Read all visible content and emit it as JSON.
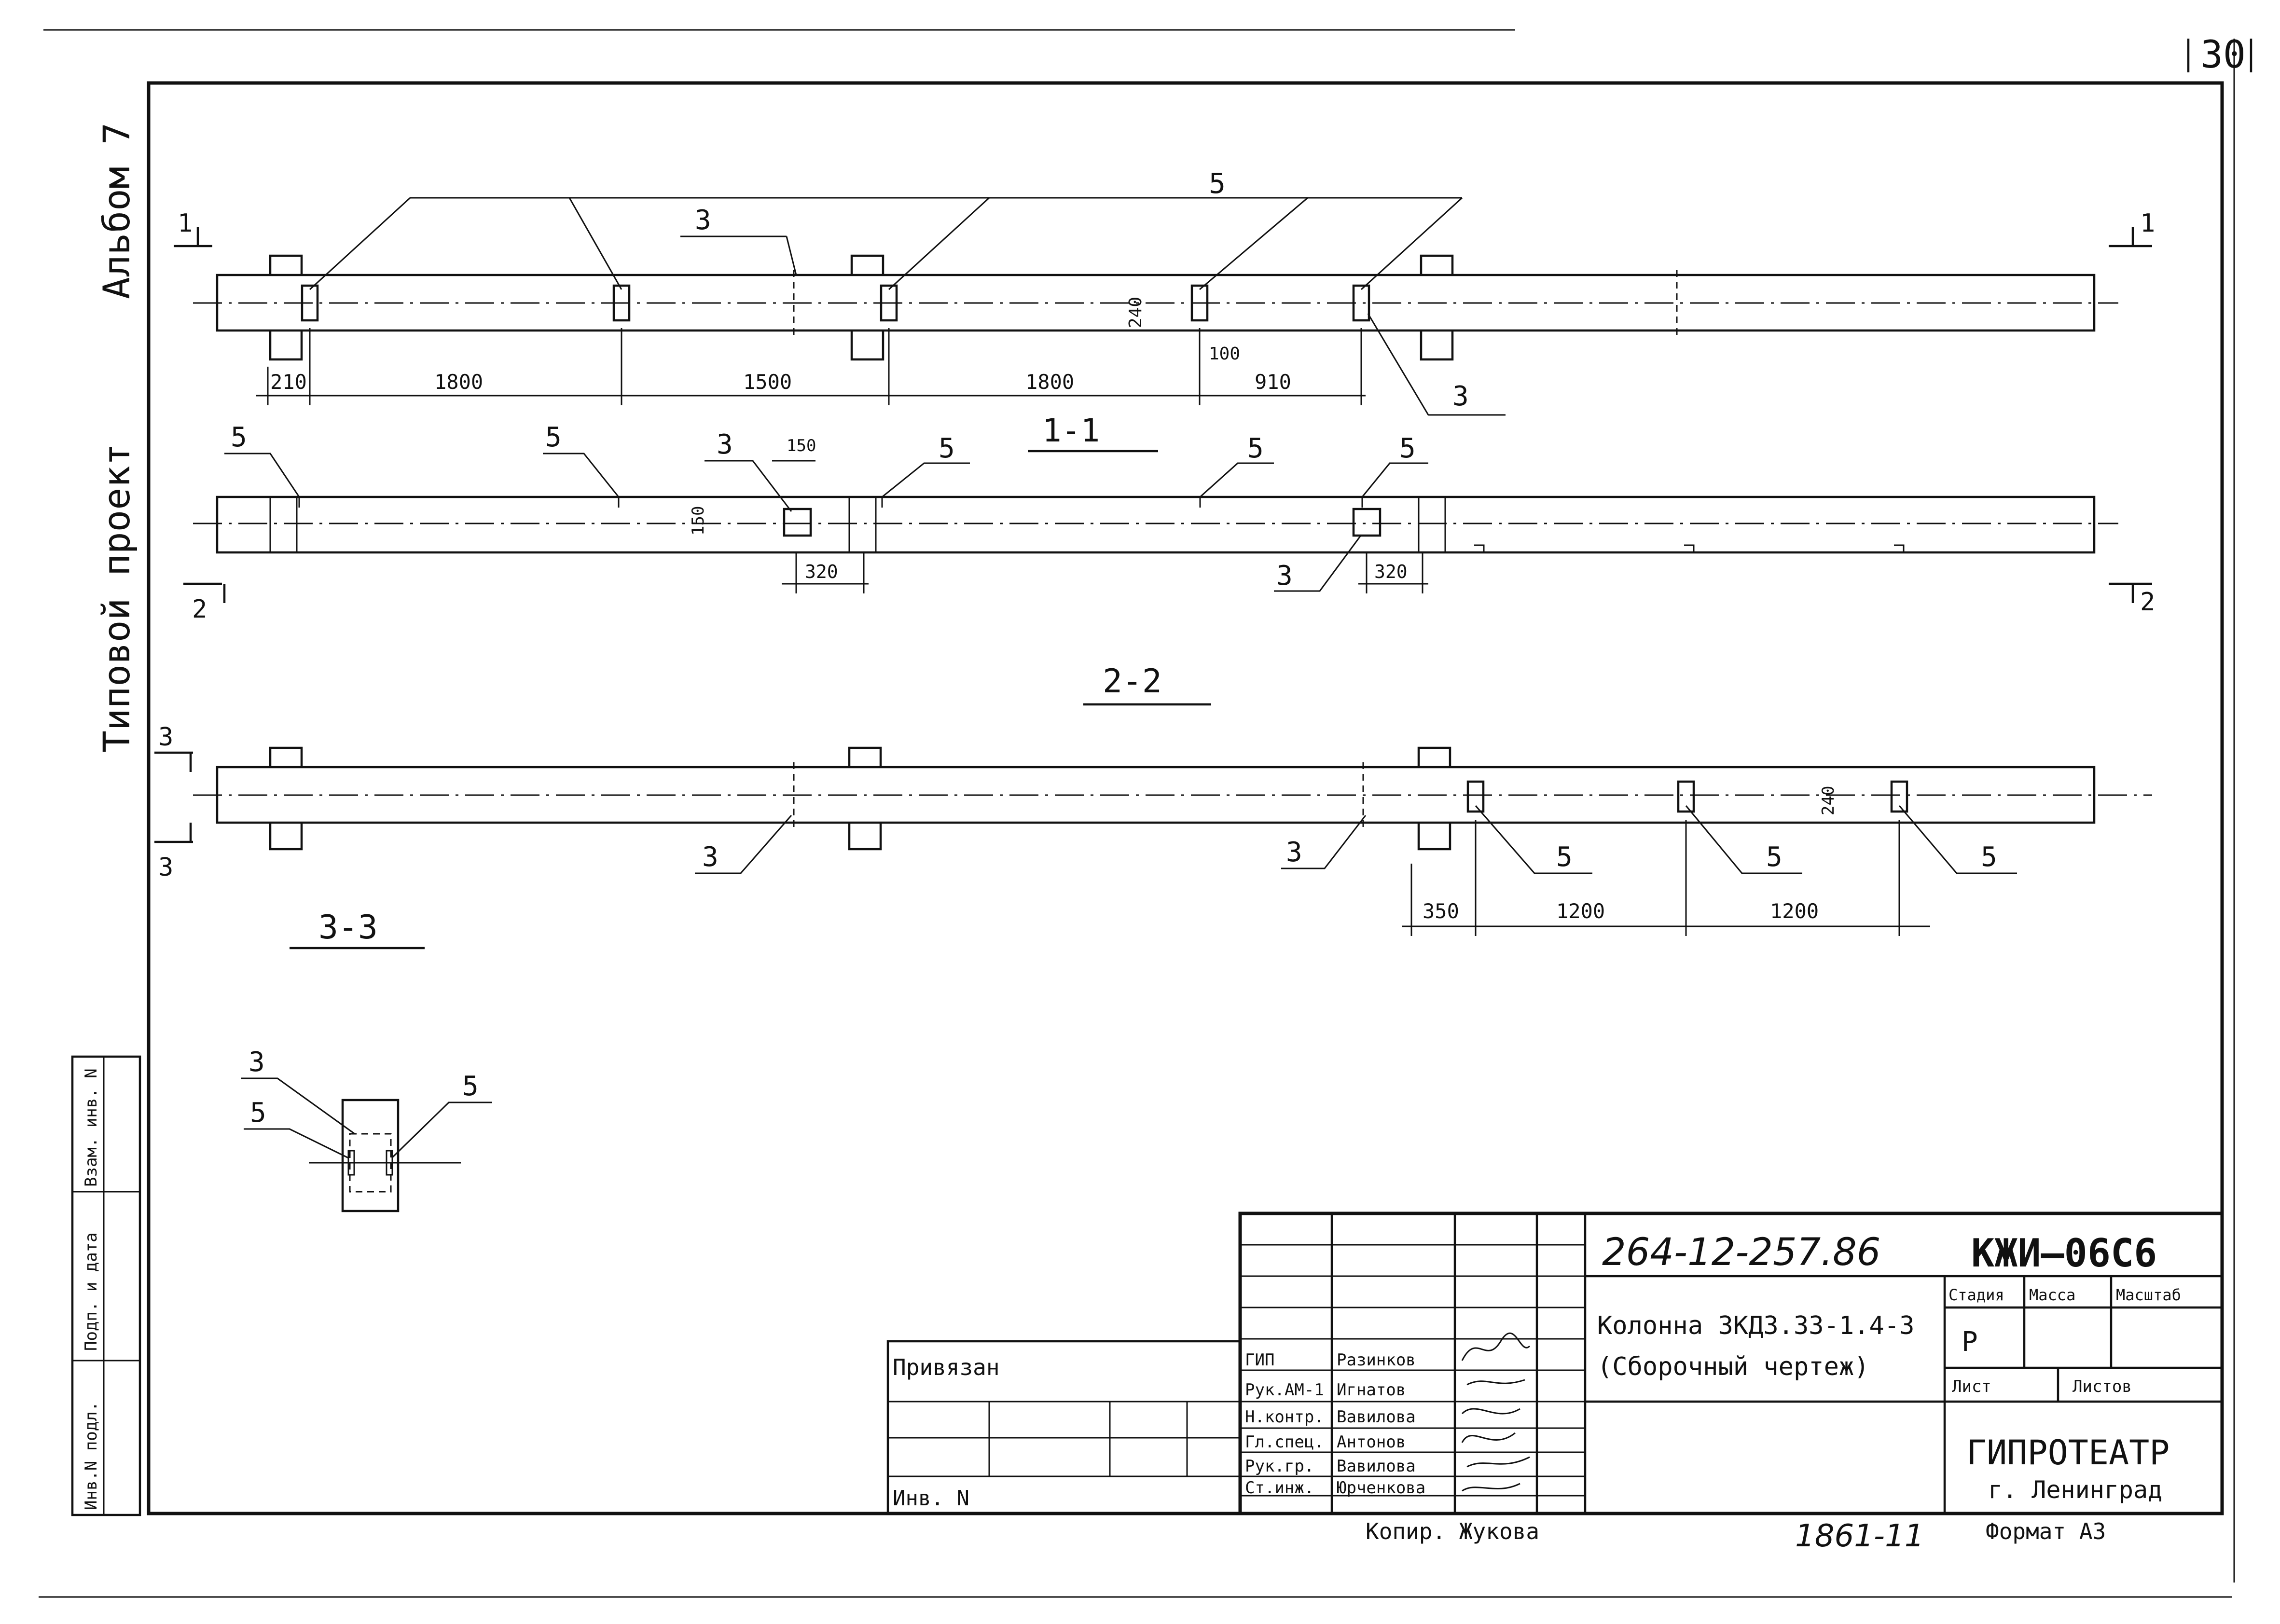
{
  "sheet": {
    "page_number": "30",
    "side_album": "Альбом 7",
    "side_project": "Типовой проект",
    "left_strip": [
      "Инв.N подл.",
      "Подп. и дата",
      "Взам. инв. N"
    ]
  },
  "views": {
    "section_1_1": "1-1",
    "section_2_2": "2-2",
    "section_3_3": "3-3",
    "cut_marks": {
      "c1": "1",
      "c2": "2",
      "c3": "3"
    }
  },
  "callouts": {
    "three": "3",
    "five": "5"
  },
  "dims": {
    "top": [
      "210",
      "1800",
      "1500",
      "1800",
      "910"
    ],
    "top_240": "240",
    "top_100": "100",
    "mid_150h": "150",
    "mid_150v": "150",
    "mid_320a": "320",
    "mid_320b": "320",
    "bot": [
      "350",
      "1200",
      "1200"
    ],
    "bot_240": "240"
  },
  "stamp": {
    "code": "264-12-257.86",
    "sheet_mark": "КЖИ—06С6",
    "title_line1": "Колонна 3КД3.33-1.4-3",
    "title_line2": "(Сборочный чертеж)",
    "hdr_stage": "Стадия",
    "hdr_mass": "Масса",
    "hdr_scale": "Масштаб",
    "stage_value": "Р",
    "hdr_sheet": "Лист",
    "hdr_sheets": "Листов",
    "org": "ГИПРОТЕАТР",
    "city": "г. Ленинград",
    "bound_label": "Привязан",
    "inv_label": "Инв. N",
    "roles": [
      "ГИП",
      "Рук.АМ-1",
      "Н.контр.",
      "Гл.спец.",
      "Рук.гр.",
      "Ст.инж."
    ],
    "names": [
      "Разинков",
      "Игнатов",
      "Вавилова",
      "Антонов",
      "Вавилова",
      "Юрченкова"
    ],
    "copied": "Копир. Жукова",
    "order_no": "1861-11",
    "format": "Формат А3"
  }
}
